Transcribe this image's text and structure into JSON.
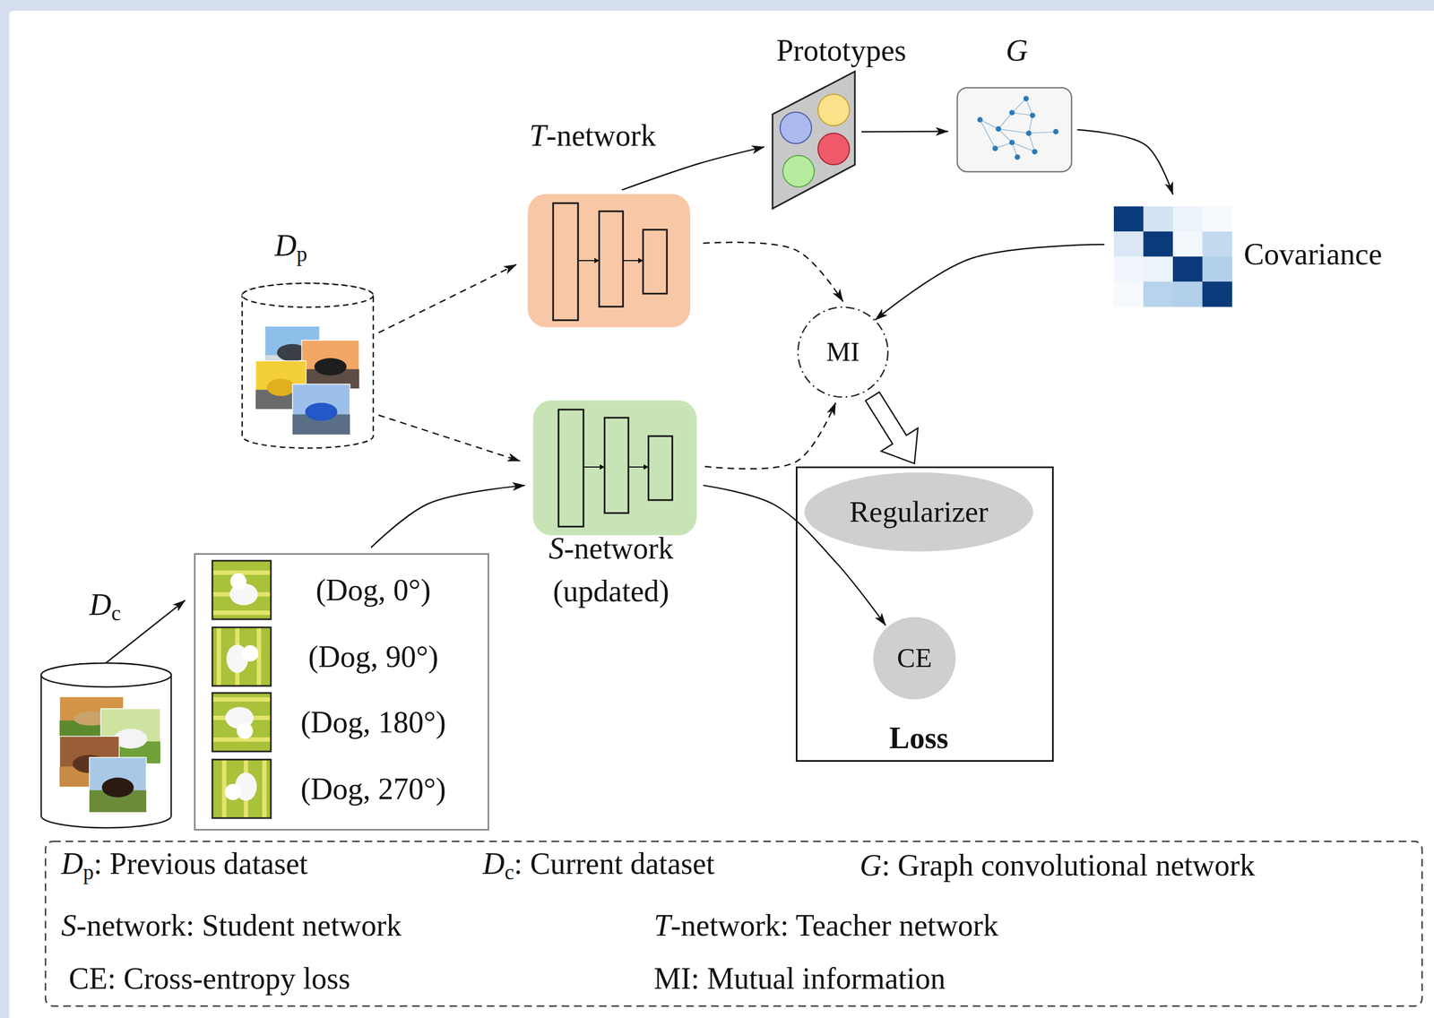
{
  "diagram": {
    "nodes": [
      {
        "text": [
          "Prototypes"
        ]
      },
      {
        "text": [
          "G"
        ]
      },
      {
        "text": [
          "T-network"
        ]
      },
      {
        "text": [
          "Dp"
        ]
      },
      {
        "text": [
          "Covariance"
        ]
      },
      {
        "text": [
          "MI"
        ]
      },
      {
        "text": [
          "S-network (updated)"
        ]
      },
      {
        "text": [
          "Loss"
        ]
      },
      {
        "text": [
          "Regularizer"
        ],
        "in": 7
      },
      {
        "text": [
          "CE"
        ],
        "in": 7
      },
      {
        "text": [
          "Dc"
        ]
      },
      {
        "text": [
          "(Dog, 0°)",
          "(Dog, 90°)",
          "(Dog, 180°)",
          "(Dog, 270°)"
        ]
      }
    ],
    "edges": [
      {
        "from": 3,
        "to": 2,
        "arrow": "to"
      },
      {
        "from": 3,
        "to": 6,
        "arrow": "to"
      },
      {
        "from": 10,
        "to": 11,
        "arrow": "to"
      },
      {
        "from": 11,
        "to": 6,
        "arrow": "to"
      },
      {
        "from": 2,
        "to": 0,
        "arrow": "to"
      },
      {
        "from": 0,
        "to": 1,
        "arrow": "to"
      },
      {
        "from": 1,
        "to": 4,
        "arrow": "to"
      },
      {
        "from": 4,
        "to": 5,
        "arrow": "to"
      },
      {
        "from": 2,
        "to": 5,
        "arrow": "to"
      },
      {
        "from": 6,
        "to": 5,
        "arrow": "to"
      },
      {
        "from": 5,
        "to": 7,
        "arrow": "to"
      },
      {
        "from": 6,
        "to": 9,
        "arrow": "to"
      }
    ],
    "legend": [
      {
        "text": "Dp: Previous dataset"
      },
      {
        "text": "Dc: Current dataset"
      },
      {
        "text": "G: Graph convolutional network"
      },
      {
        "text": "S-network: Student network"
      },
      {
        "text": "T-network: Teacher network"
      },
      {
        "text": "CE: Cross-entropy loss"
      },
      {
        "text": "MI: Mutual information"
      }
    ]
  }
}
